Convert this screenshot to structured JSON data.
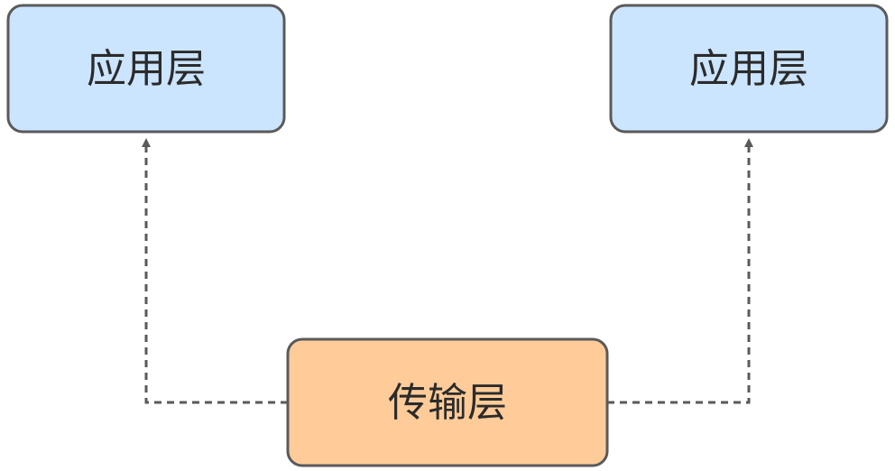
{
  "nodes": {
    "left_app": {
      "label": "应用层",
      "fill": "#cce5ff",
      "stroke": "#5a5a5a"
    },
    "right_app": {
      "label": "应用层",
      "fill": "#cce5ff",
      "stroke": "#5a5a5a"
    },
    "transport": {
      "label": "传输层",
      "fill": "#ffcc99",
      "stroke": "#5a5a5a"
    }
  },
  "edges": [
    {
      "from": "transport",
      "to": "left_app",
      "style": "dashed",
      "arrow": "end"
    },
    {
      "from": "transport",
      "to": "right_app",
      "style": "dashed",
      "arrow": "end"
    }
  ],
  "colors": {
    "connector": "#5a5a5a",
    "text": "#2b2b2b"
  }
}
